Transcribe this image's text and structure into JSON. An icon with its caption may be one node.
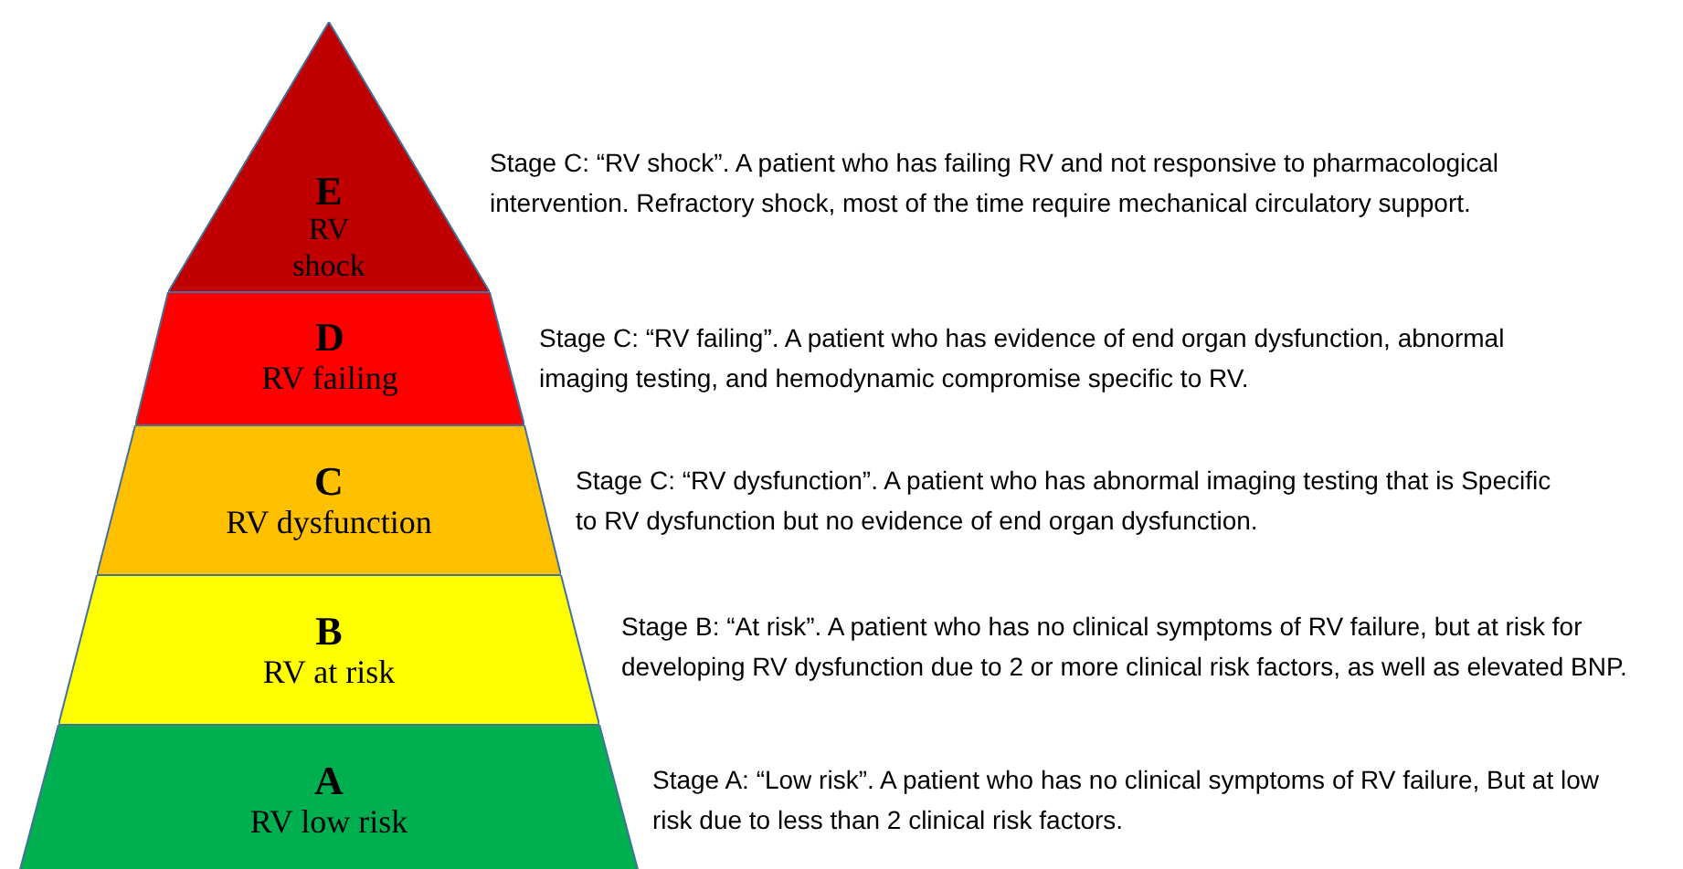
{
  "diagram": {
    "nodes": [
      {
        "text": [
          "E",
          "RV shock"
        ],
        "beside": [
          "Stage C: “RV shock”. A patient who has failing RV and not responsive to pharmacological intervention. Refractory shock, most of the time require mechanical circulatory support."
        ]
      },
      {
        "text": [
          "D",
          "RV failing"
        ],
        "beside": [
          "Stage C: “RV failing”. A patient who has evidence of end organ dysfunction, abnormal imaging testing, and hemodynamic compromise specific to RV."
        ]
      },
      {
        "text": [
          "C",
          "RV dysfunction"
        ],
        "beside": [
          "Stage C: “RV dysfunction”. A patient who has abnormal imaging testing that is Specific to RV dysfunction but no evidence of end organ dysfunction."
        ]
      },
      {
        "text": [
          "B",
          "RV at risk"
        ],
        "beside": [
          "Stage B: “At risk”. A patient who has no clinical symptoms of RV failure, but at risk for developing RV dysfunction due to 2 or more clinical risk factors, as well as elevated BNP."
        ]
      },
      {
        "text": [
          "A",
          "RV low risk"
        ],
        "beside": [
          "Stage A: “Low risk”. A patient who has no clinical symptoms of RV failure, But at low risk due to less than 2 clinical risk factors."
        ]
      }
    ]
  }
}
